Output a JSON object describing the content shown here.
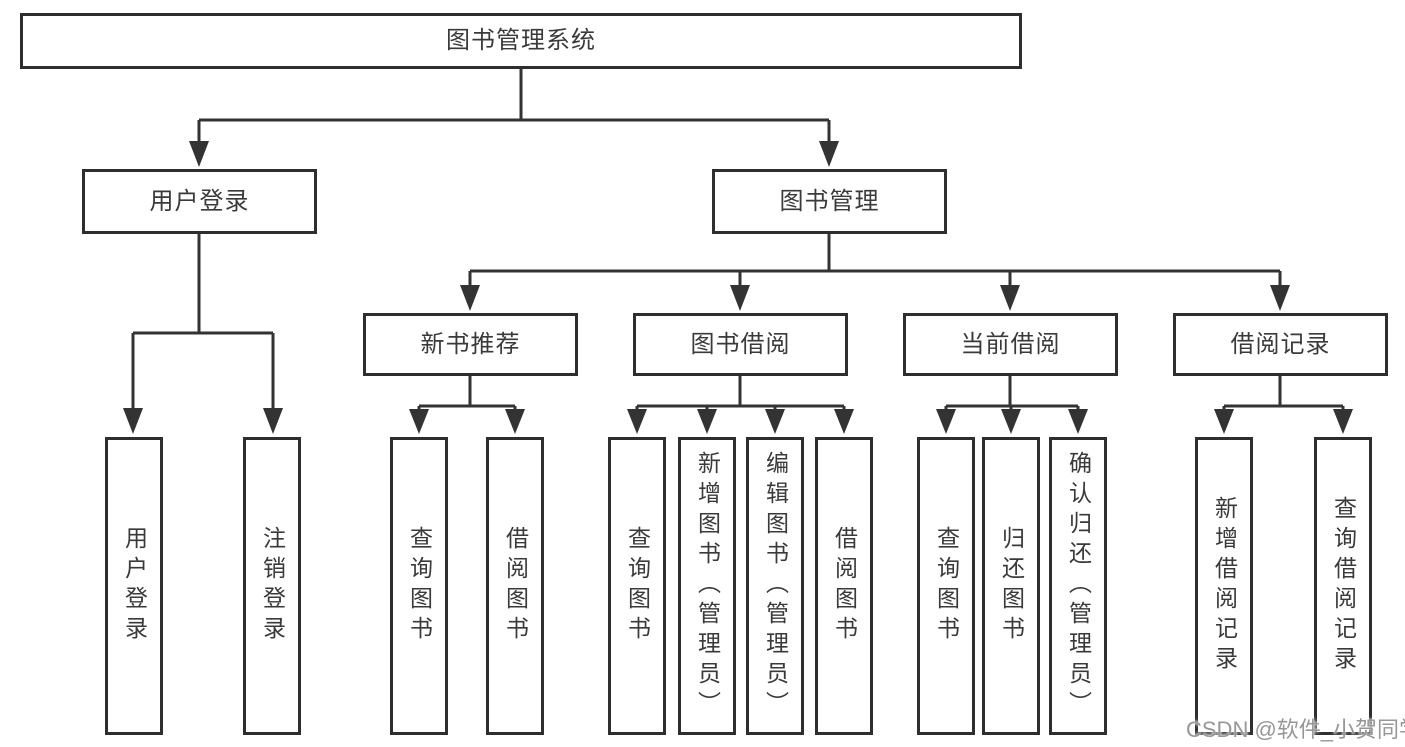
{
  "diagram": {
    "root": {
      "label": "图书管理系统"
    },
    "level2": [
      {
        "label": "用户登录"
      },
      {
        "label": "图书管理"
      }
    ],
    "level3": [
      {
        "label": "新书推荐"
      },
      {
        "label": "图书借阅"
      },
      {
        "label": "当前借阅"
      },
      {
        "label": "借阅记录"
      }
    ],
    "leaves": [
      {
        "label": "用户登录"
      },
      {
        "label": "注销登录"
      },
      {
        "label": "查询图书"
      },
      {
        "label": "借阅图书"
      },
      {
        "label": "查询图书"
      },
      {
        "label": "新增图书（管理员）"
      },
      {
        "label": "编辑图书（管理员）"
      },
      {
        "label": "借阅图书"
      },
      {
        "label": "查询图书"
      },
      {
        "label": "归还图书"
      },
      {
        "label": "确认归还（管理员）"
      },
      {
        "label": "新增借阅记录"
      },
      {
        "label": "查询借阅记录"
      }
    ]
  },
  "watermark": {
    "text": "CSDN @软件_小贺同学"
  },
  "colors": {
    "line": "#333333",
    "border": "#2e2e2e",
    "text": "#3a3a3a",
    "watermark": "#979797",
    "background": "#ffffff"
  }
}
